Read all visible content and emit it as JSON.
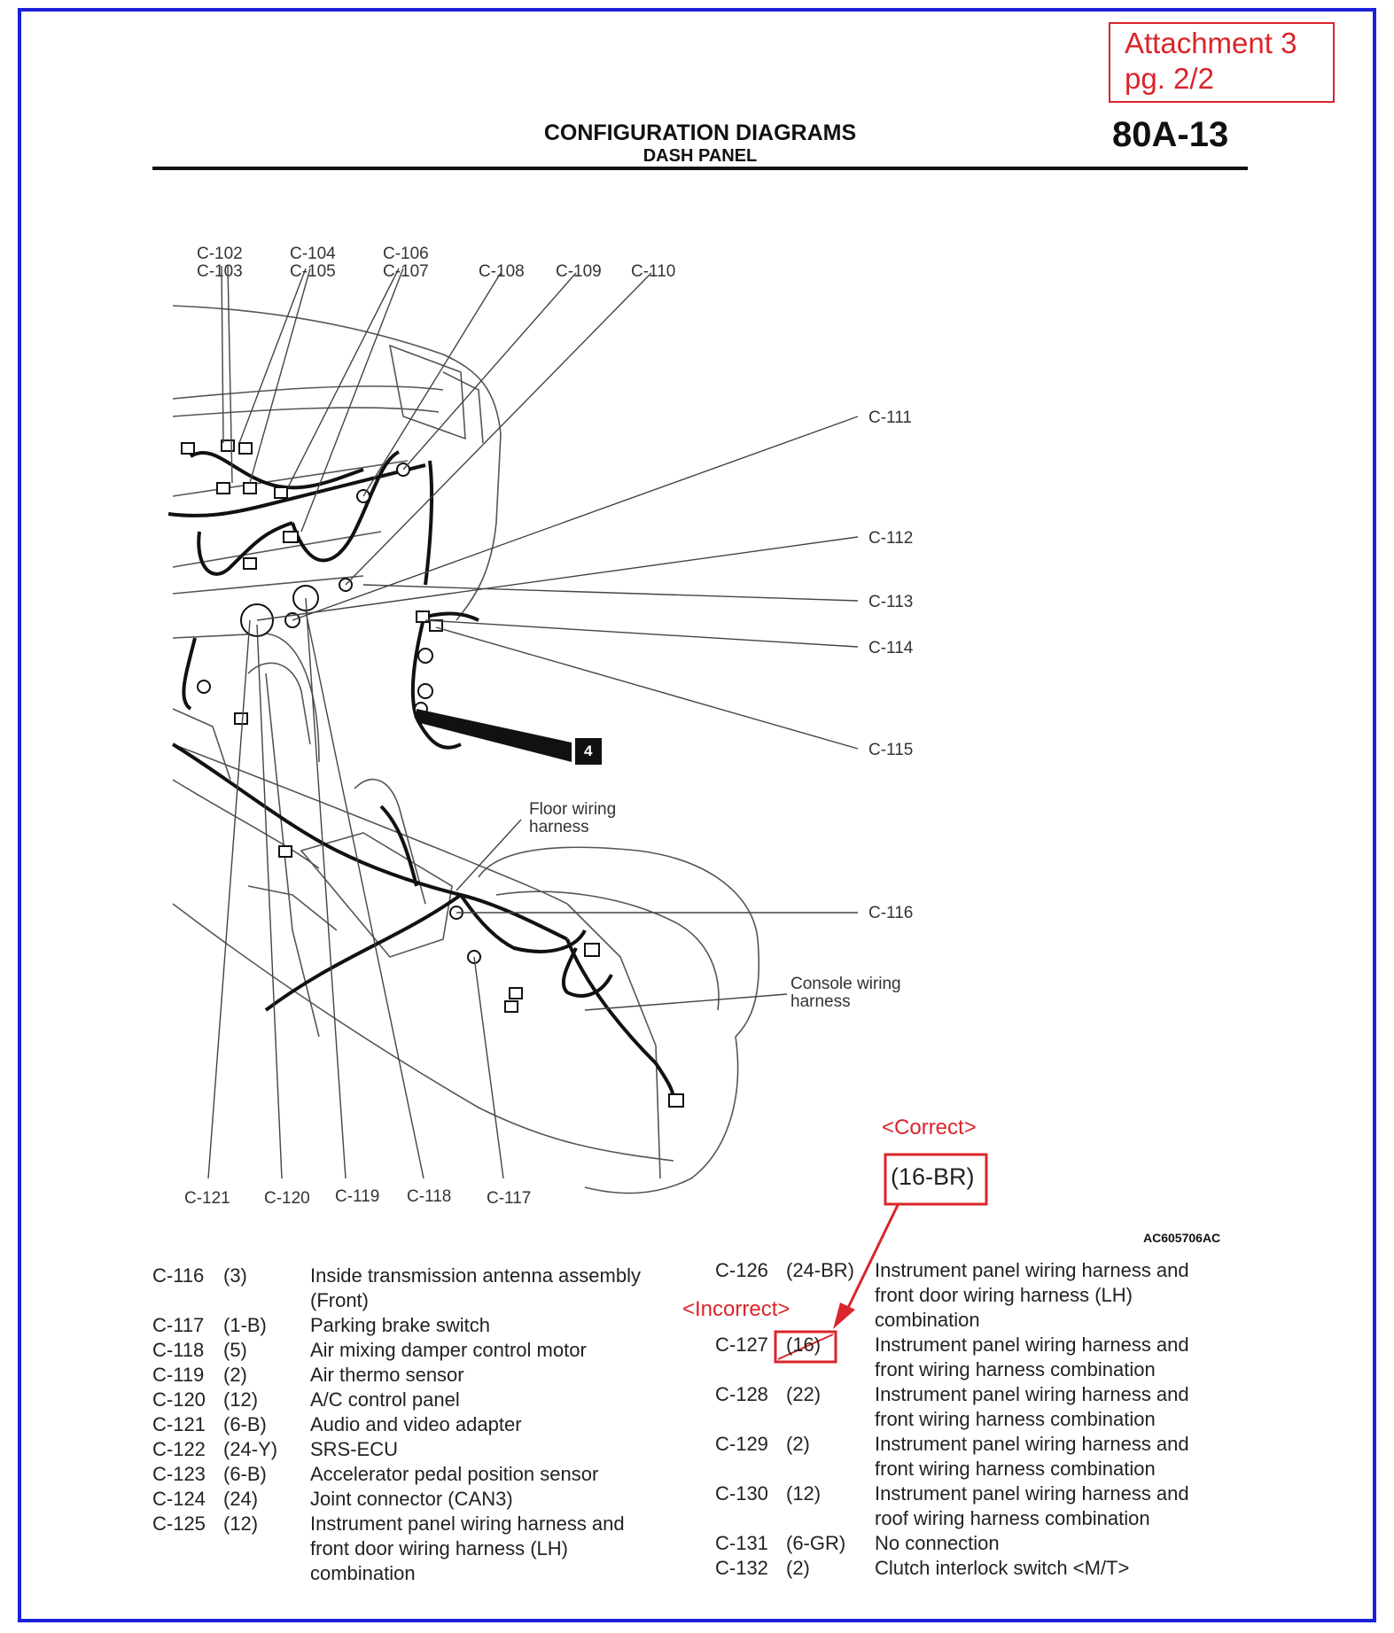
{
  "attachment": {
    "line1": "Attachment 3",
    "line2": "pg. 2/2"
  },
  "header": {
    "title": "CONFIGURATION DIAGRAMS",
    "subtitle": "DASH PANEL",
    "page": "80A-13"
  },
  "diagram": {
    "callouts_top": [
      "C-102",
      "C-103",
      "C-104",
      "C-105",
      "C-106",
      "C-107",
      "C-108",
      "C-109",
      "C-110"
    ],
    "callouts_right": [
      "C-111",
      "C-112",
      "C-113",
      "C-114",
      "C-115",
      "C-116"
    ],
    "callouts_bottom": [
      "C-121",
      "C-120",
      "C-119",
      "C-118",
      "C-117"
    ],
    "floor_harness": [
      "Floor wiring",
      "harness"
    ],
    "console_harness": [
      "Console wiring",
      "harness"
    ],
    "view_marker": "4",
    "figure_code": "AC605706AC"
  },
  "correction": {
    "correct_label": "<Correct>",
    "correct_value": "(16-BR)",
    "incorrect_label": "<Incorrect>",
    "incorrect_value": "(16)"
  },
  "connectors_left": [
    {
      "code": "C-116",
      "size": "(3)",
      "desc": "Inside transmission antenna assembly (Front)"
    },
    {
      "code": "C-117",
      "size": "(1-B)",
      "desc": "Parking brake switch"
    },
    {
      "code": "C-118",
      "size": "(5)",
      "desc": "Air mixing damper control motor"
    },
    {
      "code": "C-119",
      "size": "(2)",
      "desc": "Air thermo sensor"
    },
    {
      "code": "C-120",
      "size": "(12)",
      "desc": "A/C control panel"
    },
    {
      "code": "C-121",
      "size": "(6-B)",
      "desc": "Audio and video adapter"
    },
    {
      "code": "C-122",
      "size": "(24-Y)",
      "desc": "SRS-ECU"
    },
    {
      "code": "C-123",
      "size": "(6-B)",
      "desc": "Accelerator pedal position sensor"
    },
    {
      "code": "C-124",
      "size": "(24)",
      "desc": "Joint connector (CAN3)"
    },
    {
      "code": "C-125",
      "size": "(12)",
      "desc": "Instrument panel wiring harness and front door wiring harness (LH) combination"
    }
  ],
  "connectors_right": [
    {
      "code": "C-126",
      "size": "(24-BR)",
      "desc": "Instrument panel wiring harness and front door wiring harness (LH) combination"
    },
    {
      "code": "C-127",
      "size": "(16)",
      "desc": "Instrument panel wiring harness and front wiring harness combination"
    },
    {
      "code": "C-128",
      "size": "(22)",
      "desc": "Instrument panel wiring harness and front wiring harness combination"
    },
    {
      "code": "C-129",
      "size": "(2)",
      "desc": "Instrument panel wiring harness and front wiring harness combination"
    },
    {
      "code": "C-130",
      "size": "(12)",
      "desc": "Instrument panel wiring harness and roof wiring harness combination"
    },
    {
      "code": "C-131",
      "size": "(6-GR)",
      "desc": "No connection"
    },
    {
      "code": "C-132",
      "size": "(2)",
      "desc": "Clutch interlock switch <M/T>"
    }
  ]
}
